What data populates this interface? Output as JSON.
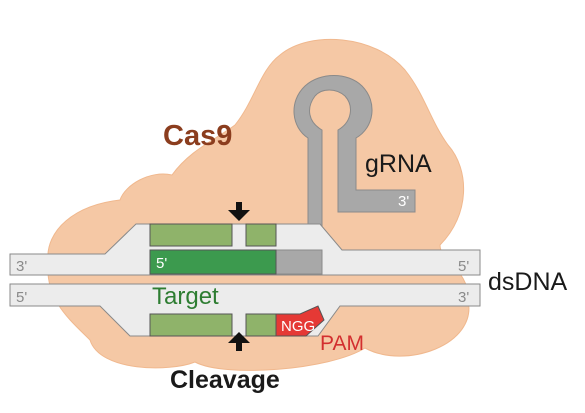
{
  "labels": {
    "protein": "Cas9",
    "guide": "gRNA",
    "guide_end": "3'",
    "dna": "dsDNA",
    "target": "Target",
    "pam": "PAM",
    "pam_seq": "NGG",
    "cleavage": "Cleavage",
    "strand_top_left": "3'",
    "strand_top_right": "5'",
    "strand_bottom_left": "5'",
    "strand_bottom_right": "3'",
    "guide_5prime": "5'"
  },
  "colors": {
    "protein": "#f5c8a5",
    "protein_stroke": "#f0b88e",
    "dna_strand": "#ececec",
    "dna_stroke": "#8a8a8a",
    "grna": "#a8a8a8",
    "target_light": "#8fb36a",
    "target_dark": "#3c9a4e",
    "pam": "#e53935",
    "cas9_text": "#8b3d1e",
    "target_text": "#2e7d32",
    "pam_text": "#d32f2f"
  }
}
